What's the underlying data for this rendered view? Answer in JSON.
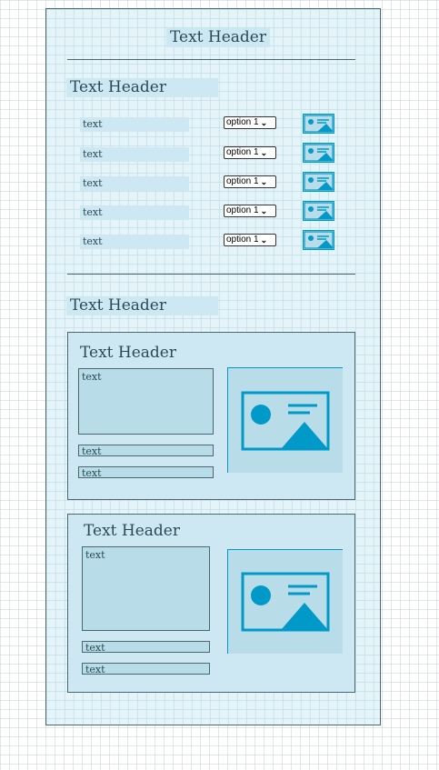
{
  "page": {
    "title": "Text Header",
    "section1": {
      "title": "Text Header",
      "rows": [
        {
          "label": "text",
          "select": "option 1"
        },
        {
          "label": "text",
          "select": "option 1"
        },
        {
          "label": "text",
          "select": "option 1"
        },
        {
          "label": "text",
          "select": "option 1"
        },
        {
          "label": "text",
          "select": "option 1"
        }
      ]
    },
    "section2": {
      "title": "Text Header",
      "cards": [
        {
          "title": "Text Header",
          "textarea": "text",
          "field1": "text",
          "field2": "text"
        },
        {
          "title": "Text Header",
          "textarea": "text",
          "field1": "text",
          "field2": "text"
        }
      ]
    }
  },
  "colors": {
    "accent": "#0099c8",
    "panel": "#e1f2f8",
    "highlight": "#cde8f2",
    "border": "#4a6670"
  },
  "icons": {
    "image": "image-placeholder-icon",
    "dropdown": "chevron-down-icon"
  }
}
